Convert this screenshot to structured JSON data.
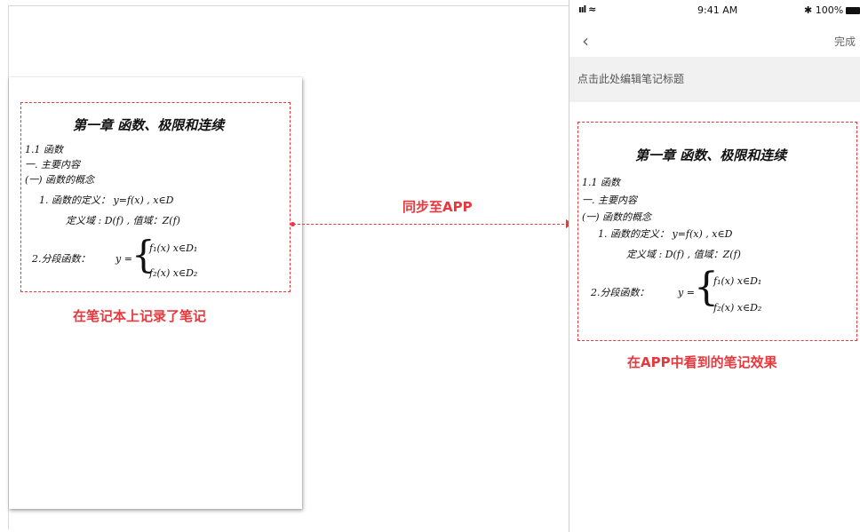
{
  "note": {
    "title": "第一章  函数、极限和连续",
    "lines": [
      "1.1 函数",
      "一. 主要内容",
      "(一) 函数的概念",
      "1. 函数的定义：  y=f(x) , x∈D",
      "定义域  :  D(f) , 值域：Z(f)",
      "2.分段函数：",
      "f₁(x)   x∈D₁",
      "f₂(x)   x∈D₂"
    ],
    "y_eq": "y ="
  },
  "captions": {
    "left": "在笔记本上记录了笔记",
    "arrow": "同步至APP",
    "right": "在APP中看到的笔记效果"
  },
  "phone": {
    "signal": "ııl ≈",
    "time": "9:41 AM",
    "battery": "✱ 100%",
    "back_icon": "chevron-left-icon",
    "done": "完成",
    "title_placeholder": "点击此处编辑笔记标题"
  },
  "colors": {
    "accent": "#e8383d"
  }
}
